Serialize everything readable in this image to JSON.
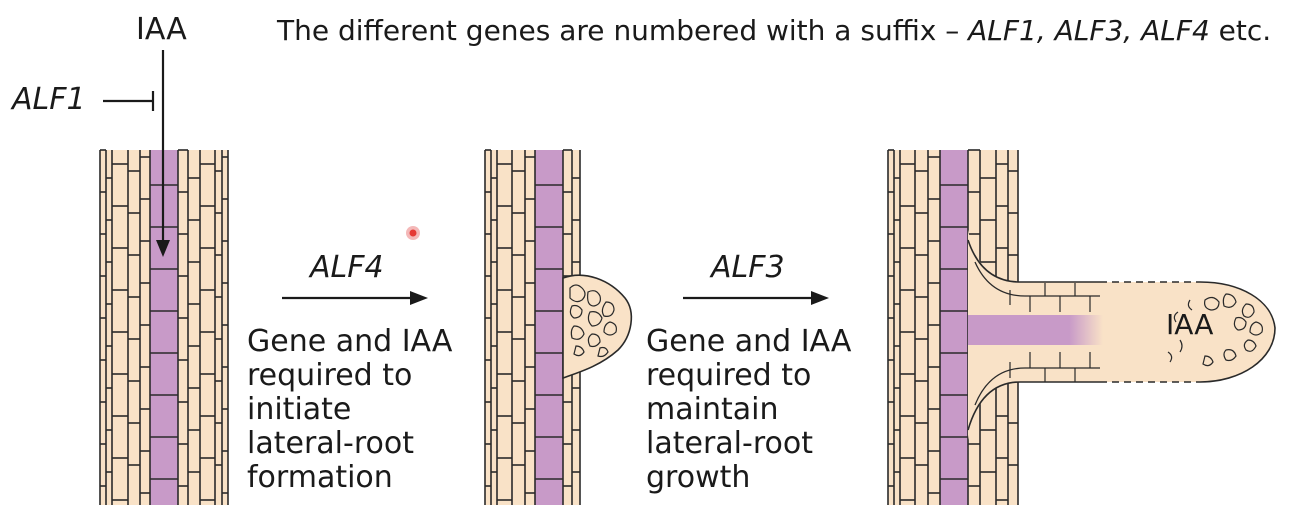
{
  "header": {
    "caption_prefix": "The different genes are numbered with a suffix – ",
    "caption_genes": "ALF1, ALF3, ALF4",
    "caption_suffix": " etc."
  },
  "labels": {
    "iaa_top": "IAA",
    "alf1": "ALF1",
    "alf4": "ALF4",
    "alf3": "ALF3",
    "iaa_tip": "IAA"
  },
  "steps": [
    {
      "lines": [
        "Gene and IAA",
        "required to",
        "initiate",
        "lateral-root",
        "formation"
      ]
    },
    {
      "lines": [
        "Gene and IAA",
        "required to",
        "maintain",
        "lateral-root",
        "growth"
      ]
    }
  ],
  "colors": {
    "cell_fill": "#f9e2c7",
    "cell_line": "#2a2a2a",
    "vascular": "#c89ac8",
    "pointer": "#e53935"
  }
}
